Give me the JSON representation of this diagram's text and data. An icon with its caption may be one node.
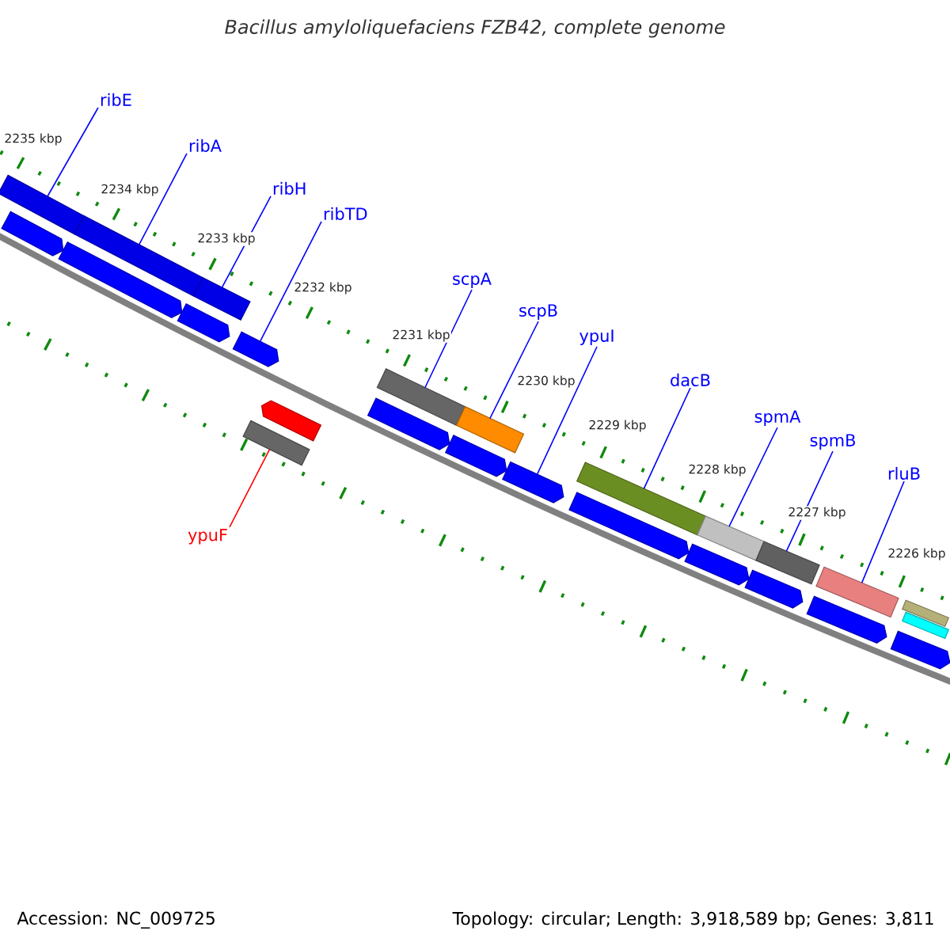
{
  "diagram": {
    "title": "Bacillus amyloliquefaciens FZB42, complete genome",
    "nodes": [
      {
        "text": [
          "ribE"
        ]
      },
      {
        "text": [
          "ribA"
        ]
      },
      {
        "text": [
          "ribH"
        ]
      },
      {
        "text": [
          "ribTD"
        ]
      },
      {
        "text": [
          "scpA"
        ]
      },
      {
        "text": [
          "scpB"
        ]
      },
      {
        "text": [
          "ypuI"
        ]
      },
      {
        "text": [
          "dacB"
        ]
      },
      {
        "text": [
          "spmA"
        ]
      },
      {
        "text": [
          "spmB"
        ]
      },
      {
        "text": [
          "rluB"
        ]
      },
      {
        "text": [
          "ypuF"
        ]
      },
      {
        "text": [],
        "shape": "bar"
      },
      {
        "text": [],
        "shape": "pentagon"
      },
      {
        "text": [],
        "shape": "pentagon"
      },
      {
        "text": [],
        "shape": "bar"
      },
      {
        "text": [],
        "shape": "pentagon"
      },
      {
        "text": [],
        "shape": "bar"
      },
      {
        "text": [],
        "shape": "pentagon"
      },
      {
        "text": [],
        "shape": "bar"
      },
      {
        "text": [],
        "shape": "pentagon"
      },
      {
        "text": [],
        "shape": "pentagon"
      },
      {
        "text": [],
        "shape": "bar"
      },
      {
        "text": [],
        "shape": "pentagon"
      },
      {
        "text": [],
        "shape": "bar"
      },
      {
        "text": [],
        "shape": "pentagon"
      },
      {
        "text": [],
        "shape": "pentagon"
      },
      {
        "text": [],
        "shape": "bar"
      },
      {
        "text": [],
        "shape": "pentagon"
      },
      {
        "text": [],
        "shape": "bar"
      },
      {
        "text": [],
        "shape": "pentagon"
      },
      {
        "text": [],
        "shape": "bar"
      },
      {
        "text": [],
        "shape": "pentagon"
      },
      {
        "text": [],
        "shape": "bar"
      },
      {
        "text": [],
        "shape": "pentagon"
      },
      {
        "text": [],
        "shape": "bar"
      },
      {
        "text": [],
        "shape": "bar"
      }
    ],
    "edges": [
      {
        "from": 0,
        "to": 12,
        "arrow": "none"
      },
      {
        "from": 1,
        "to": 15,
        "arrow": "none"
      },
      {
        "from": 2,
        "to": 17,
        "arrow": "none"
      },
      {
        "from": 3,
        "to": 18,
        "arrow": "none"
      },
      {
        "from": 4,
        "to": 22,
        "arrow": "none"
      },
      {
        "from": 5,
        "to": 24,
        "arrow": "none"
      },
      {
        "from": 6,
        "to": 25,
        "arrow": "none"
      },
      {
        "from": 7,
        "to": 27,
        "arrow": "none"
      },
      {
        "from": 8,
        "to": 29,
        "arrow": "none"
      },
      {
        "from": 9,
        "to": 31,
        "arrow": "none"
      },
      {
        "from": 10,
        "to": 33,
        "arrow": "none"
      },
      {
        "from": 11,
        "to": 19,
        "arrow": "none",
        "color": "#ff0000"
      }
    ],
    "labels": [
      "2235 kbp",
      "2234 kbp",
      "2233 kbp",
      "2232 kbp",
      "2231 kbp",
      "2230 kbp",
      "2229 kbp",
      "2228 kbp",
      "2227 kbp",
      "2226 kbp",
      "Accession: NC_009725",
      "Topology: circular; Length: 3,918,589 bp; Genes: 3,811"
    ]
  }
}
